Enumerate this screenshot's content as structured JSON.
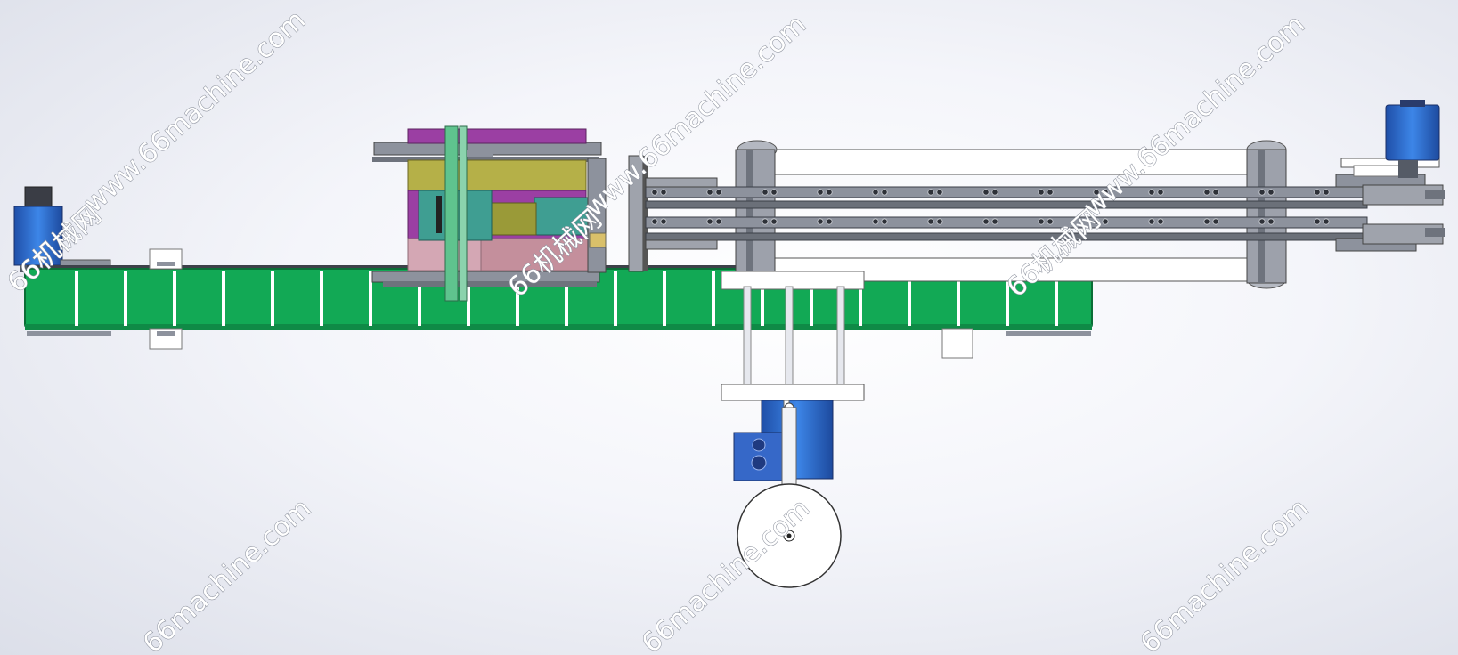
{
  "watermarks": {
    "cn": "66机械网",
    "url": "www.66machine.com",
    "url_short": "66machine.com"
  },
  "colors": {
    "belt": "#12a955",
    "belt_dark": "#0b6e36",
    "motor_blue": "#2f6fd0",
    "frame_gray": "#8c919c",
    "magenta": "#9b3fa3",
    "olive": "#9a9a38",
    "teal": "#3f9e92",
    "pink": "#d4a7b4"
  }
}
